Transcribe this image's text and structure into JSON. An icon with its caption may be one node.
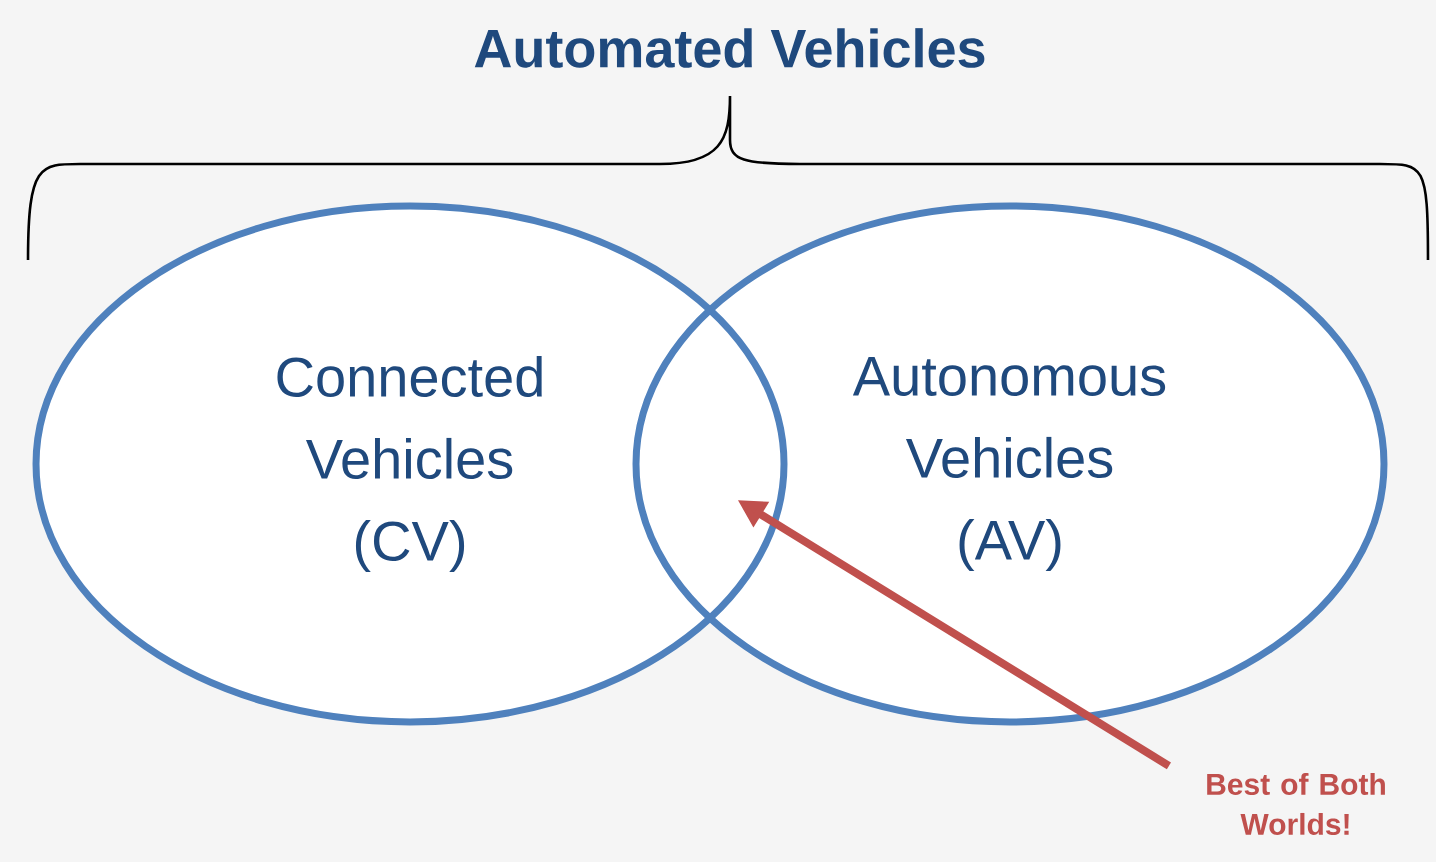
{
  "diagram": {
    "title": "Automated Vehicles",
    "nodes": [
      {
        "text": [
          "Connected Vehicles (CV)"
        ]
      },
      {
        "text": [
          "Autonomous Vehicles (AV)"
        ]
      },
      {
        "text": [
          "Best of Both Worlds!"
        ]
      }
    ],
    "edges": [
      {
        "from": 2,
        "to": 0,
        "arrow": "to"
      }
    ]
  }
}
